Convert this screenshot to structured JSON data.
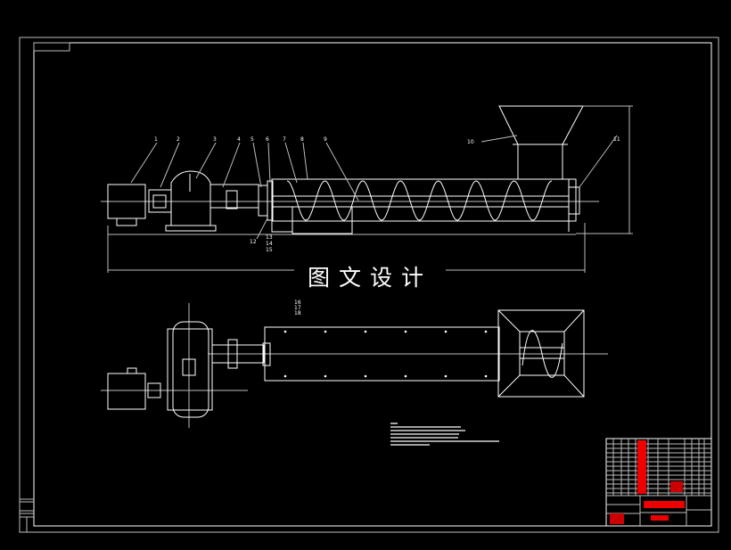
{
  "watermark": "图文设计",
  "part_labels": {
    "p1": "1",
    "p2": "2",
    "p3": "3",
    "p4": "4",
    "p5": "5",
    "p6": "6",
    "p7": "7",
    "p8": "8",
    "p9": "9",
    "p10": "10",
    "p11": "11",
    "p12": "12",
    "p13": "13",
    "p14": "14",
    "p15": "15",
    "p16": "16",
    "p17": "17",
    "p18": "18"
  },
  "colors": {
    "background": "#000000",
    "lines": "#ffffff",
    "title_block_fill": "#ff0000"
  }
}
